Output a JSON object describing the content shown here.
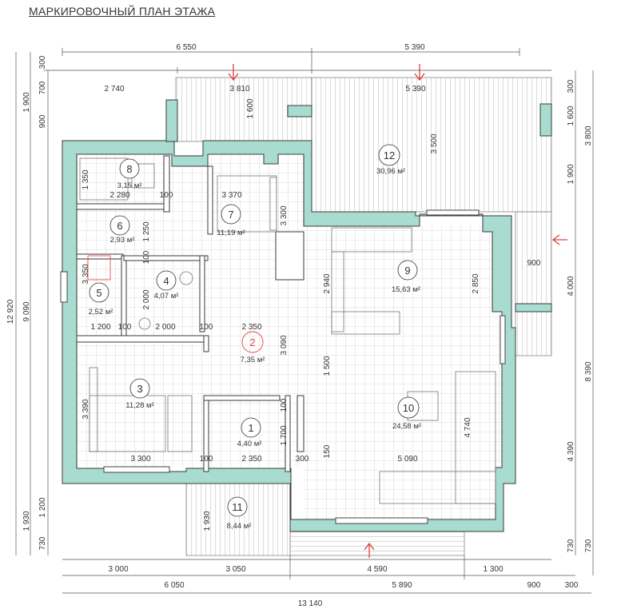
{
  "title": "МАРКИРОВОЧНЫЙ ПЛАН ЭТАЖА",
  "colors": {
    "wall": "#a8dcd0",
    "wall_stroke": "#3a3a3a",
    "dim_line": "#555555",
    "marker_red": "#e04040",
    "text": "#333333"
  },
  "rooms": [
    {
      "num": "1",
      "area": "4,40 м²"
    },
    {
      "num": "2",
      "area": "7,35 м²"
    },
    {
      "num": "3",
      "area": "11,28 м²"
    },
    {
      "num": "4",
      "area": "4,07 м²"
    },
    {
      "num": "5",
      "area": "2,52 м²"
    },
    {
      "num": "6",
      "area": "2,93 м²"
    },
    {
      "num": "7",
      "area": "11,19 м²"
    },
    {
      "num": "8",
      "area": "3,15 м²"
    },
    {
      "num": "9",
      "area": "15,63 м²"
    },
    {
      "num": "10",
      "area": "24,58 м²"
    },
    {
      "num": "11",
      "area": "8,44 м²"
    },
    {
      "num": "12",
      "area": "30,96 м²"
    }
  ],
  "dims": {
    "top_1": "6 550",
    "top_2": "5 390",
    "top_3": "2 740",
    "top_4": "3 810",
    "top_5": "5 390",
    "bottom_1": "3 000",
    "bottom_2": "3 050",
    "bottom_3": "4 590",
    "bottom_4": "1 300",
    "bottom_5": "6 050",
    "bottom_6": "5 890",
    "bottom_7": "900",
    "bottom_8": "300",
    "bottom_total": "13 140",
    "left_1": "300",
    "left_2": "1 900",
    "left_3": "700",
    "left_4": "900",
    "left_total": "12 920",
    "left_5": "9 090",
    "left_6": "1 930",
    "left_7": "1 200",
    "left_8": "730",
    "right_1": "300",
    "right_2": "1 600",
    "right_3": "3 800",
    "right_4": "1 900",
    "right_5": "4 000",
    "right_6": "8 390",
    "right_7": "4 390",
    "right_8": "730",
    "right_9": "730",
    "int_1600": "1 600",
    "int_3500": "3 500",
    "int_2280": "2 280",
    "int_1350a": "1 350",
    "int_100a": "100",
    "int_3370": "3 370",
    "int_3300a": "3 300",
    "int_1250": "1 250",
    "int_100b": "100",
    "int_3350": "3 350",
    "int_2000v": "2 000",
    "int_1200": "1 200",
    "int_100c": "100",
    "int_2000h": "2 000",
    "int_100d": "100",
    "int_2350a": "2 350",
    "int_3090": "3 090",
    "int_2940": "2 940",
    "int_2850": "2 850",
    "int_900": "900",
    "int_1500": "1 500",
    "int_3390": "3 390",
    "int_3300b": "3 300",
    "int_100e": "100",
    "int_2350b": "2 350",
    "int_1700": "1 700",
    "int_100f": "100",
    "int_300": "300",
    "int_150": "150",
    "int_5090": "5 090",
    "int_4740": "4 740",
    "int_1930": "1 930"
  }
}
